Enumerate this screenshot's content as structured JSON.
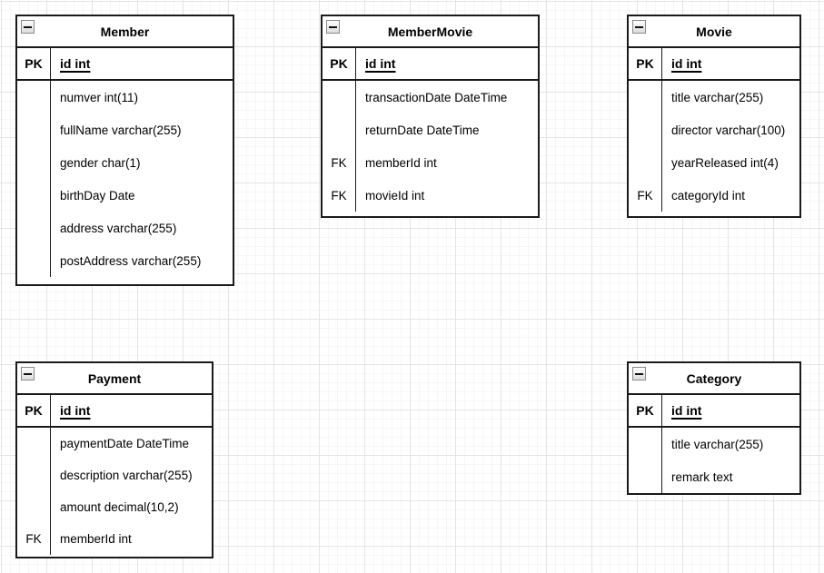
{
  "canvas": {
    "background": "#ffffff",
    "grid_minor_color": "#f6f6f6",
    "grid_major_color": "#e4e4e4",
    "table_border_color": "#1a1a1a",
    "collapse_icon": "minus-square"
  },
  "tables": [
    {
      "name": "Member",
      "pk": {
        "key": "PK",
        "field": "id int"
      },
      "rows": [
        {
          "key": "",
          "field": "numver int(11)"
        },
        {
          "key": "",
          "field": "fullName varchar(255)"
        },
        {
          "key": "",
          "field": "gender char(1)"
        },
        {
          "key": "",
          "field": "birthDay Date"
        },
        {
          "key": "",
          "field": "address varchar(255)"
        },
        {
          "key": "",
          "field": "postAddress varchar(255)"
        }
      ]
    },
    {
      "name": "MemberMovie",
      "pk": {
        "key": "PK",
        "field": "id int"
      },
      "rows": [
        {
          "key": "",
          "field": "transactionDate DateTime"
        },
        {
          "key": "",
          "field": "returnDate DateTime"
        },
        {
          "key": "FK",
          "field": "memberId int"
        },
        {
          "key": "FK",
          "field": "movieId int"
        }
      ]
    },
    {
      "name": "Movie",
      "pk": {
        "key": "PK",
        "field": "id int"
      },
      "rows": [
        {
          "key": "",
          "field": "title varchar(255)"
        },
        {
          "key": "",
          "field": "director varchar(100)"
        },
        {
          "key": "",
          "field": "yearReleased int(4)"
        },
        {
          "key": "FK",
          "field": "categoryId int"
        }
      ]
    },
    {
      "name": "Payment",
      "pk": {
        "key": "PK",
        "field": "id int"
      },
      "rows": [
        {
          "key": "",
          "field": "paymentDate DateTime"
        },
        {
          "key": "",
          "field": "description varchar(255)"
        },
        {
          "key": "",
          "field": "amount decimal(10,2)"
        },
        {
          "key": "FK",
          "field": "memberId int"
        }
      ]
    },
    {
      "name": "Category",
      "pk": {
        "key": "PK",
        "field": "id int"
      },
      "rows": [
        {
          "key": "",
          "field": "title varchar(255)"
        },
        {
          "key": "",
          "field": "remark text"
        }
      ]
    }
  ]
}
